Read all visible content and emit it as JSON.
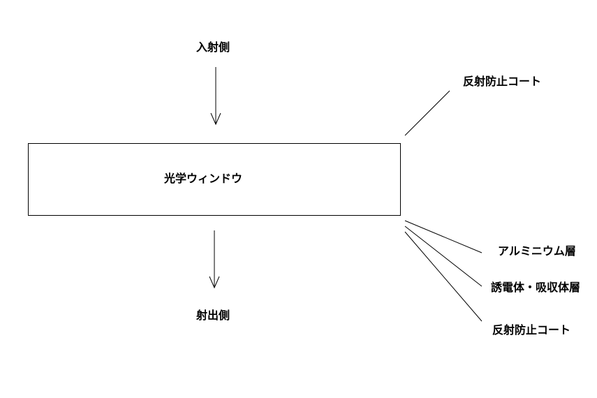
{
  "diagram": {
    "incident_side": "入射側",
    "exit_side": "射出側",
    "window_label": "光学ウィンドウ",
    "layers": {
      "ar_coat_top": "反射防止コート",
      "aluminum_layer": "アルミニウム層",
      "dielectric_absorber_layer": "誘電体・吸収体層",
      "ar_coat_bottom": "反射防止コート"
    }
  }
}
